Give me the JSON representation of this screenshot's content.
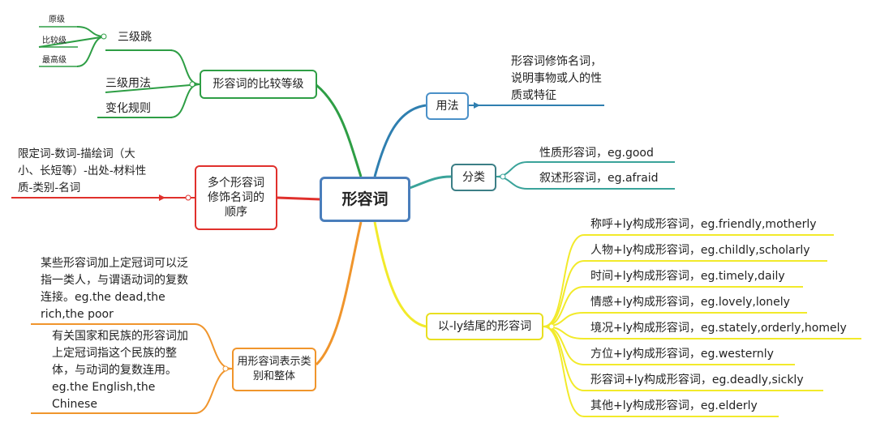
{
  "center": "形容词",
  "comparison": {
    "label": "形容词的比较等级",
    "three_level_jump": "三级跳",
    "degrees": [
      "原级",
      "比较级",
      "最高级"
    ],
    "usage": "三级用法",
    "rules": "变化规则"
  },
  "order": {
    "label": "多个形容词修饰名词的顺序",
    "detail": "限定词-数词-描绘词（大小、长短等）-出处-材料性质-类别-名词"
  },
  "usage": {
    "label": "用法",
    "detail": "形容词修饰名词，说明事物或人的性质或特征"
  },
  "classification": {
    "label": "分类",
    "items": [
      "性质形容词，eg.good",
      "叙述形容词，eg.afraid"
    ]
  },
  "class_whole": {
    "label": "用形容词表示类别和整体",
    "items": [
      "某些形容词加上定冠词可以泛指一类人，与谓语动词的复数连接。eg.the dead,the rich,the poor",
      "有关国家和民族的形容词加上定冠词指这个民族的整体，与动词的复数连用。eg.the English,the Chinese"
    ]
  },
  "ly": {
    "label": "以-ly结尾的形容词",
    "items": [
      "称呼+ly构成形容词，eg.friendly,motherly",
      "人物+ly构成形容词，eg.childly,scholarly",
      "时间+ly构成形容词，eg.timely,daily",
      "情感+ly构成形容词，eg.lovely,lonely",
      "境况+ly构成形容词，eg.stately,orderly,homely",
      "方位+ly构成形容词，eg.westernly",
      "形容词+ly构成形容词，eg.deadly,sickly",
      "其他+ly构成形容词，eg.elderly"
    ]
  },
  "colors": {
    "center": "#4a7ebb",
    "comparison": "#2e9e45",
    "order": "#e0302c",
    "usage": "#2f7fb0",
    "classification": "#3aa39a",
    "class_whole": "#f0952c",
    "ly": "#f2ea2a"
  }
}
